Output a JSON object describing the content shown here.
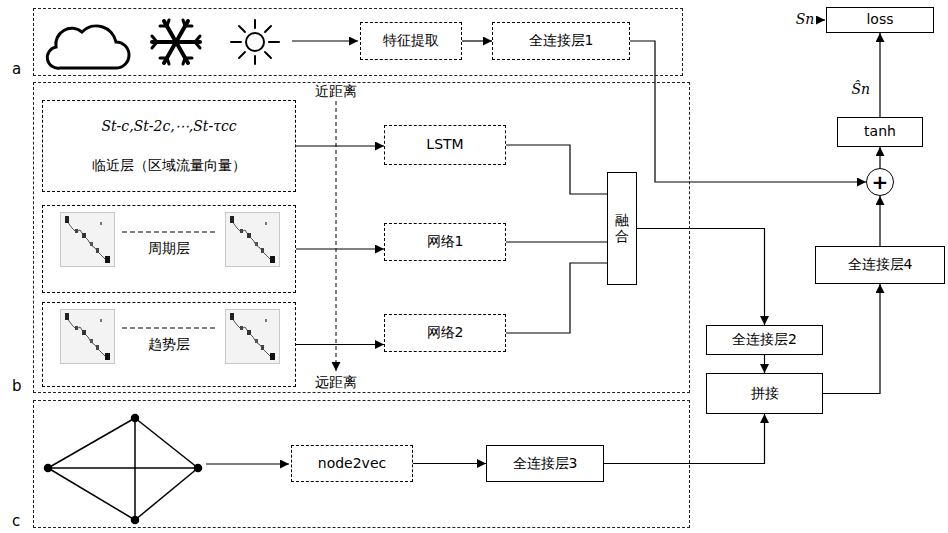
{
  "diagram": {
    "nodes": [
      {
        "text": [
          "a"
        ]
      },
      {
        "text": [
          "特征提取"
        ],
        "in": 0
      },
      {
        "text": [
          "全连接层1"
        ],
        "in": 0
      },
      {
        "text": [
          "b"
        ]
      },
      {
        "text": [
          "St-c,St-2c,⋯,St-τcc",
          "临近层（区域流量向量）"
        ],
        "in": 3
      },
      {
        "text": [
          "周期层"
        ],
        "in": 3
      },
      {
        "text": [
          "趋势层"
        ],
        "in": 3
      },
      {
        "text": [
          "LSTM"
        ],
        "in": 3
      },
      {
        "text": [
          "网络1"
        ],
        "in": 3
      },
      {
        "text": [
          "网络2"
        ],
        "in": 3
      },
      {
        "text": [
          "融合"
        ],
        "in": 3
      },
      {
        "text": [
          "c"
        ]
      },
      {
        "text": [
          "node2vec"
        ],
        "in": 11
      },
      {
        "text": [
          "全连接层3"
        ],
        "in": 11
      },
      {
        "text": [
          "全连接层2"
        ]
      },
      {
        "text": [
          "拼接"
        ]
      },
      {
        "text": [
          "全连接层4"
        ]
      },
      {
        "text": [
          "+"
        ]
      },
      {
        "text": [
          "tanh"
        ]
      },
      {
        "text": [
          "loss"
        ]
      }
    ],
    "edges": [
      {
        "from": 1,
        "to": 2,
        "arrow": "to"
      },
      {
        "from": 2,
        "to": 17,
        "arrow": "to"
      },
      {
        "from": 4,
        "to": 7,
        "arrow": "to"
      },
      {
        "from": 5,
        "to": 8,
        "arrow": "to"
      },
      {
        "from": 6,
        "to": 9,
        "arrow": "to"
      },
      {
        "from": 7,
        "to": 10,
        "arrow": "none"
      },
      {
        "from": 8,
        "to": 10,
        "arrow": "none"
      },
      {
        "from": 9,
        "to": 10,
        "arrow": "none"
      },
      {
        "from": 10,
        "to": 14,
        "arrow": "to"
      },
      {
        "from": 12,
        "to": 13,
        "arrow": "to"
      },
      {
        "from": 13,
        "to": 15,
        "arrow": "to"
      },
      {
        "from": 14,
        "to": 15,
        "arrow": "to"
      },
      {
        "from": 15,
        "to": 16,
        "arrow": "to"
      },
      {
        "from": 16,
        "to": 17,
        "arrow": "to"
      },
      {
        "from": 17,
        "to": 18,
        "arrow": "to"
      },
      {
        "from": 18,
        "to": 19,
        "arrow": "to",
        "label": "Ŝn"
      }
    ],
    "labels": [
      "近距离",
      "远距离",
      "Sn"
    ]
  }
}
